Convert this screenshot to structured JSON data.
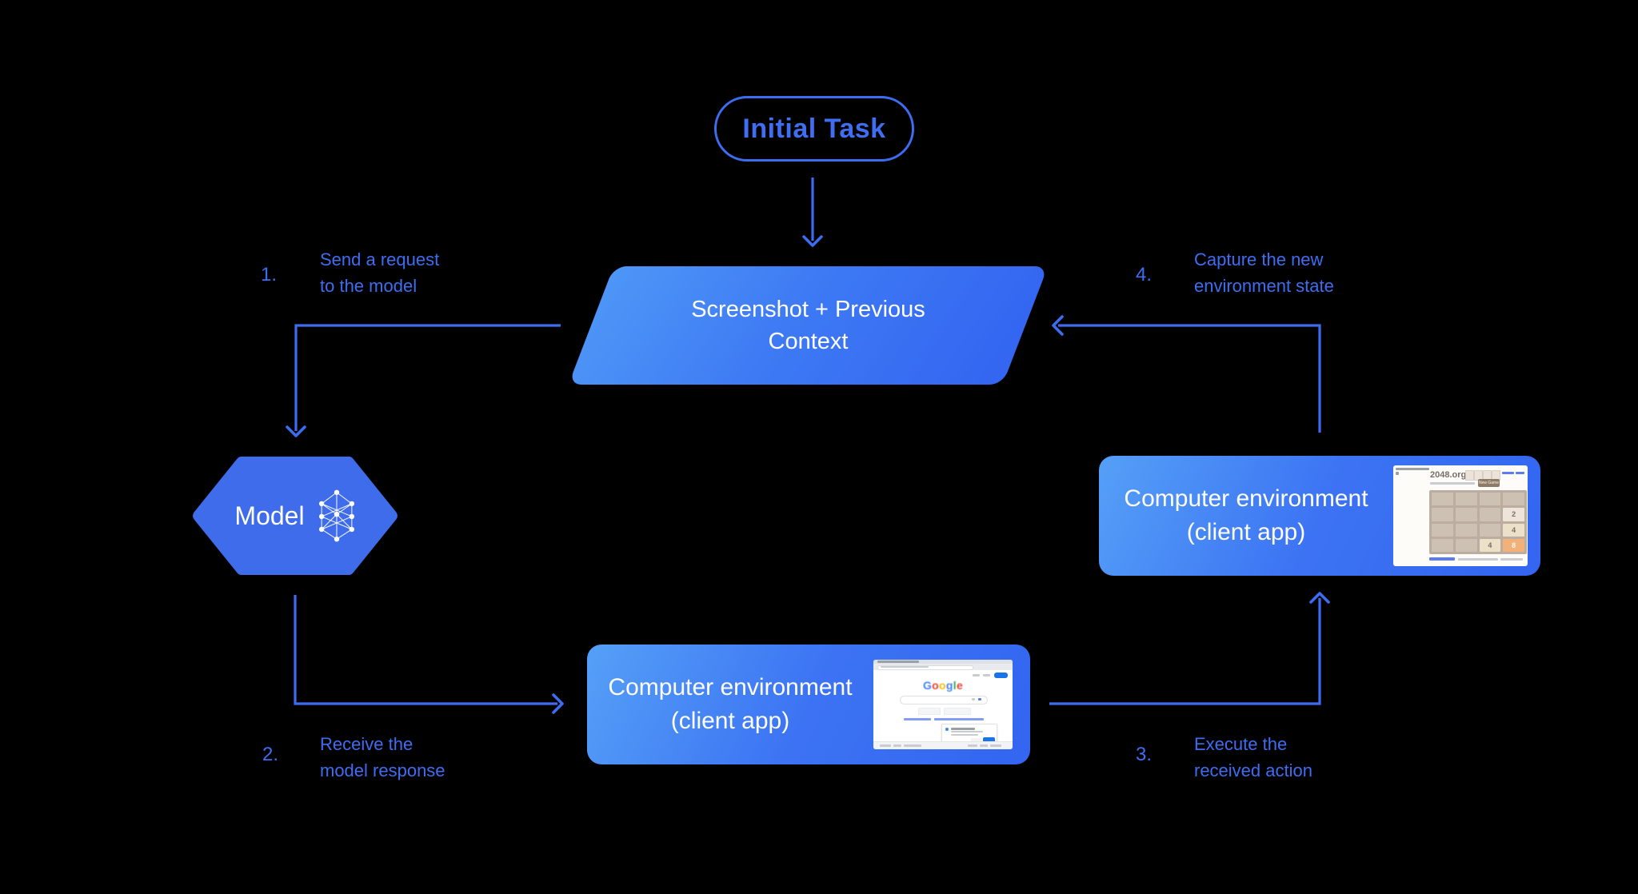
{
  "colors": {
    "background": "#000000",
    "accent_blue": "#3E6DF2",
    "shape_gradient_from": "#55A0F7",
    "shape_gradient_to": "#3365F1",
    "white_text": "#FFFFFF"
  },
  "initial_task": {
    "label": "Initial Task"
  },
  "screenshot_box": {
    "line1": "Screenshot + Previous",
    "line2": "Context"
  },
  "model": {
    "label": "Model",
    "icon": "neural-network"
  },
  "env_bottom": {
    "line1": "Computer environment",
    "line2": "(client app)"
  },
  "env_right": {
    "line1": "Computer environment",
    "line2": "(client app)"
  },
  "steps": [
    {
      "num": "1.",
      "line1": "Send a request",
      "line2": "to the model"
    },
    {
      "num": "2.",
      "line1": "Receive the",
      "line2": "model response"
    },
    {
      "num": "3.",
      "line1": "Execute the",
      "line2": "received action"
    },
    {
      "num": "4.",
      "line1": "Capture the new",
      "line2": "environment state"
    }
  ],
  "google_thumb": {
    "logo_letters": [
      "G",
      "o",
      "o",
      "g",
      "l",
      "e"
    ]
  },
  "game_thumb": {
    "site": "2048.org",
    "new_game": "New Game",
    "tiles": {
      "r2c4": "2",
      "r3c4": "4",
      "r4c3": "4",
      "r4c4": "8"
    }
  }
}
